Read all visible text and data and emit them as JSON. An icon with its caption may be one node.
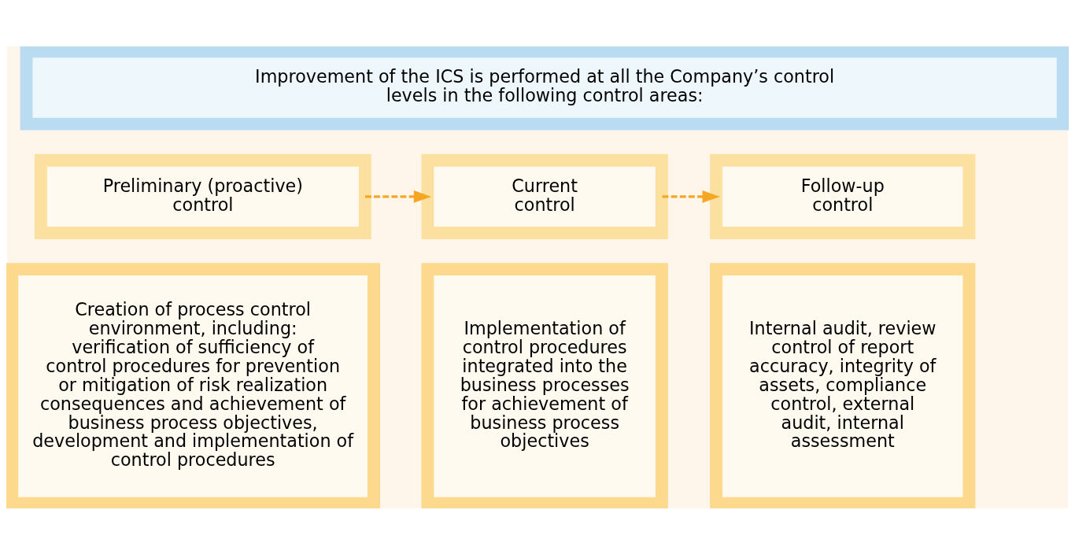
{
  "diagram": {
    "nodes": [
      {
        "text": [
          "Improvement of the ICS is performed at all the Company’s control levels in the following control areas:"
        ]
      },
      {
        "text": [
          "Preliminary (proactive) control"
        ]
      },
      {
        "text": [
          "Current control"
        ]
      },
      {
        "text": [
          "Follow-up control"
        ]
      },
      {
        "text": [
          "Creation of process control environment, including: verification of sufficiency of control procedures for prevention or mitigation of risk realization consequences and achievement of business process objectives, development and implementation of control procedures"
        ]
      },
      {
        "text": [
          "Implementation of control procedures integrated into the business processes for achievement of business process objectives"
        ]
      },
      {
        "text": [
          "Internal audit, review control of report accuracy, integrity of assets, compliance control, external audit, internal assessment"
        ]
      }
    ],
    "edges": [
      {
        "from": 1,
        "to": 2,
        "arrow": "to",
        "style": "dashed",
        "color": "#f5a623"
      },
      {
        "from": 2,
        "to": 3,
        "arrow": "to",
        "style": "dashed",
        "color": "#f5a623"
      }
    ]
  }
}
